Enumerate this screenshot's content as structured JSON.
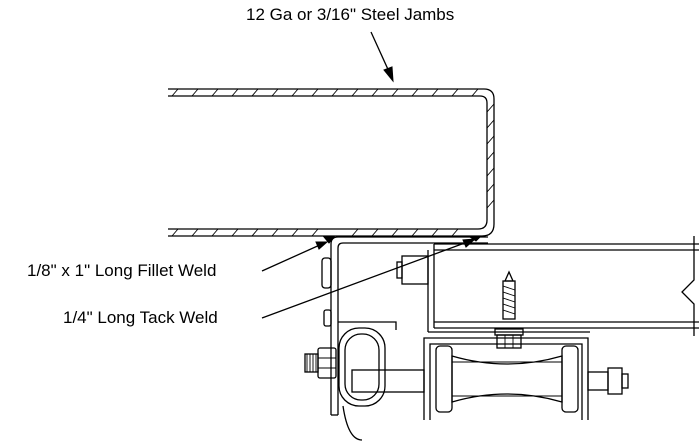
{
  "diagram": {
    "callouts": {
      "jambs": "12 Ga  or 3/16\" Steel Jambs",
      "fillet_weld": "1/8\" x 1\" Long Fillet Weld",
      "tack_weld": "1/4\" Long Tack Weld"
    }
  }
}
